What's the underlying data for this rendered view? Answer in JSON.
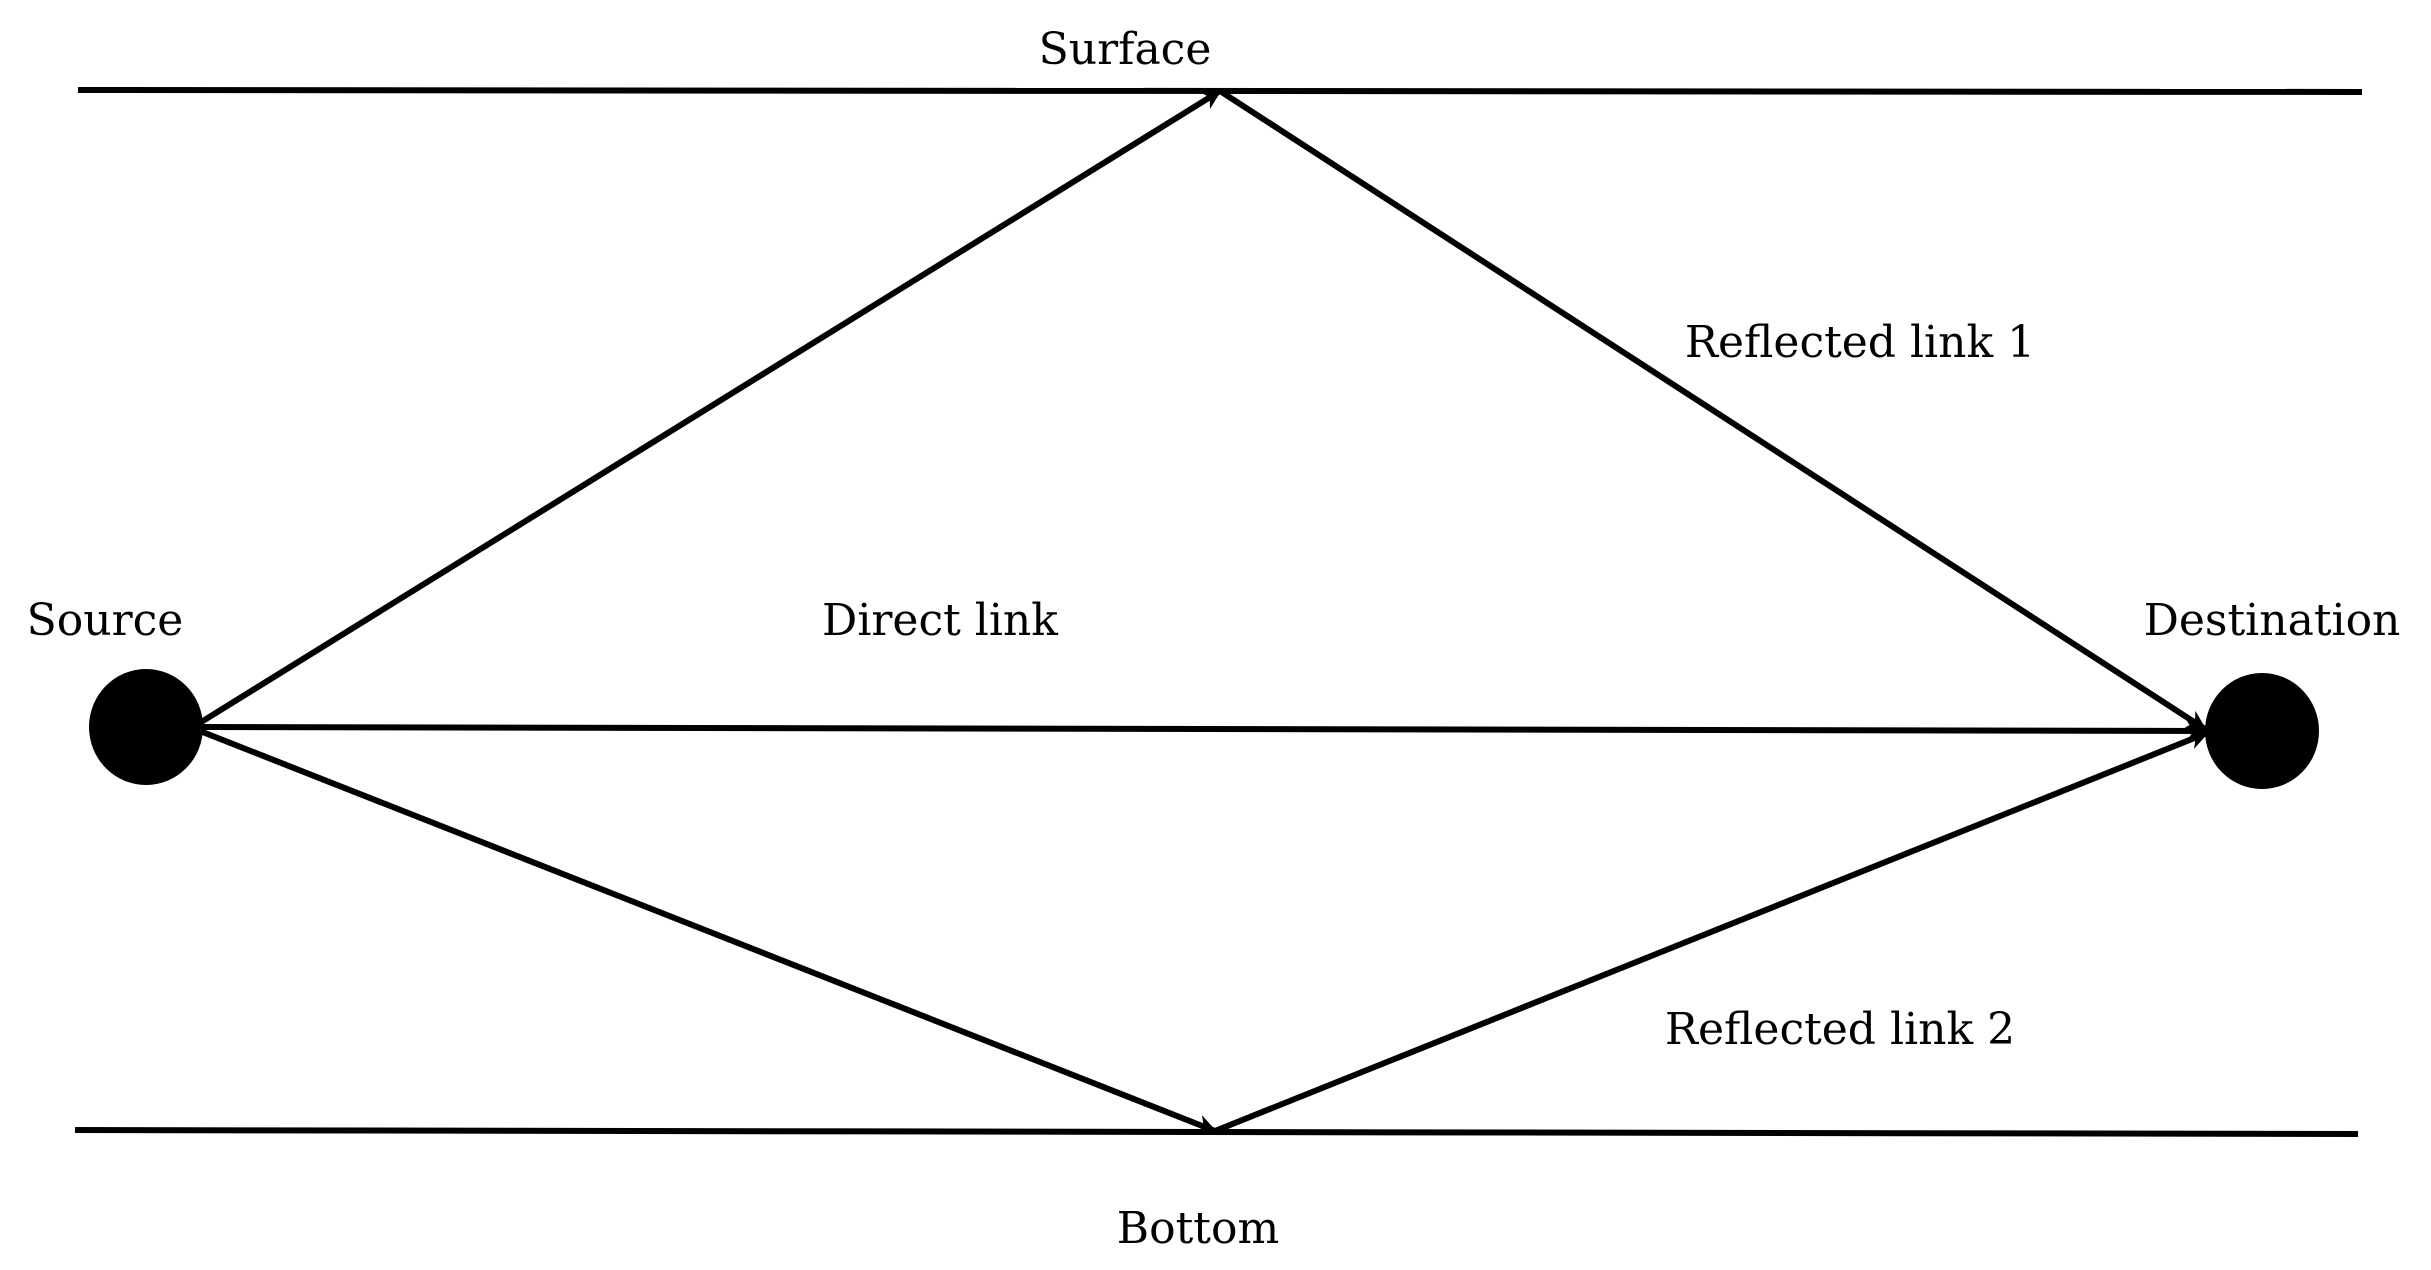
{
  "labels": {
    "surface": "Surface",
    "bottom": "Bottom",
    "source": "Source",
    "destination": "Destination",
    "direct_link": "Direct link",
    "reflected_link_1": "Reflected link 1",
    "reflected_link_2": "Reflected link 2"
  },
  "colors": {
    "stroke": "#000000",
    "node_fill": "#000000",
    "background": "#ffffff"
  }
}
